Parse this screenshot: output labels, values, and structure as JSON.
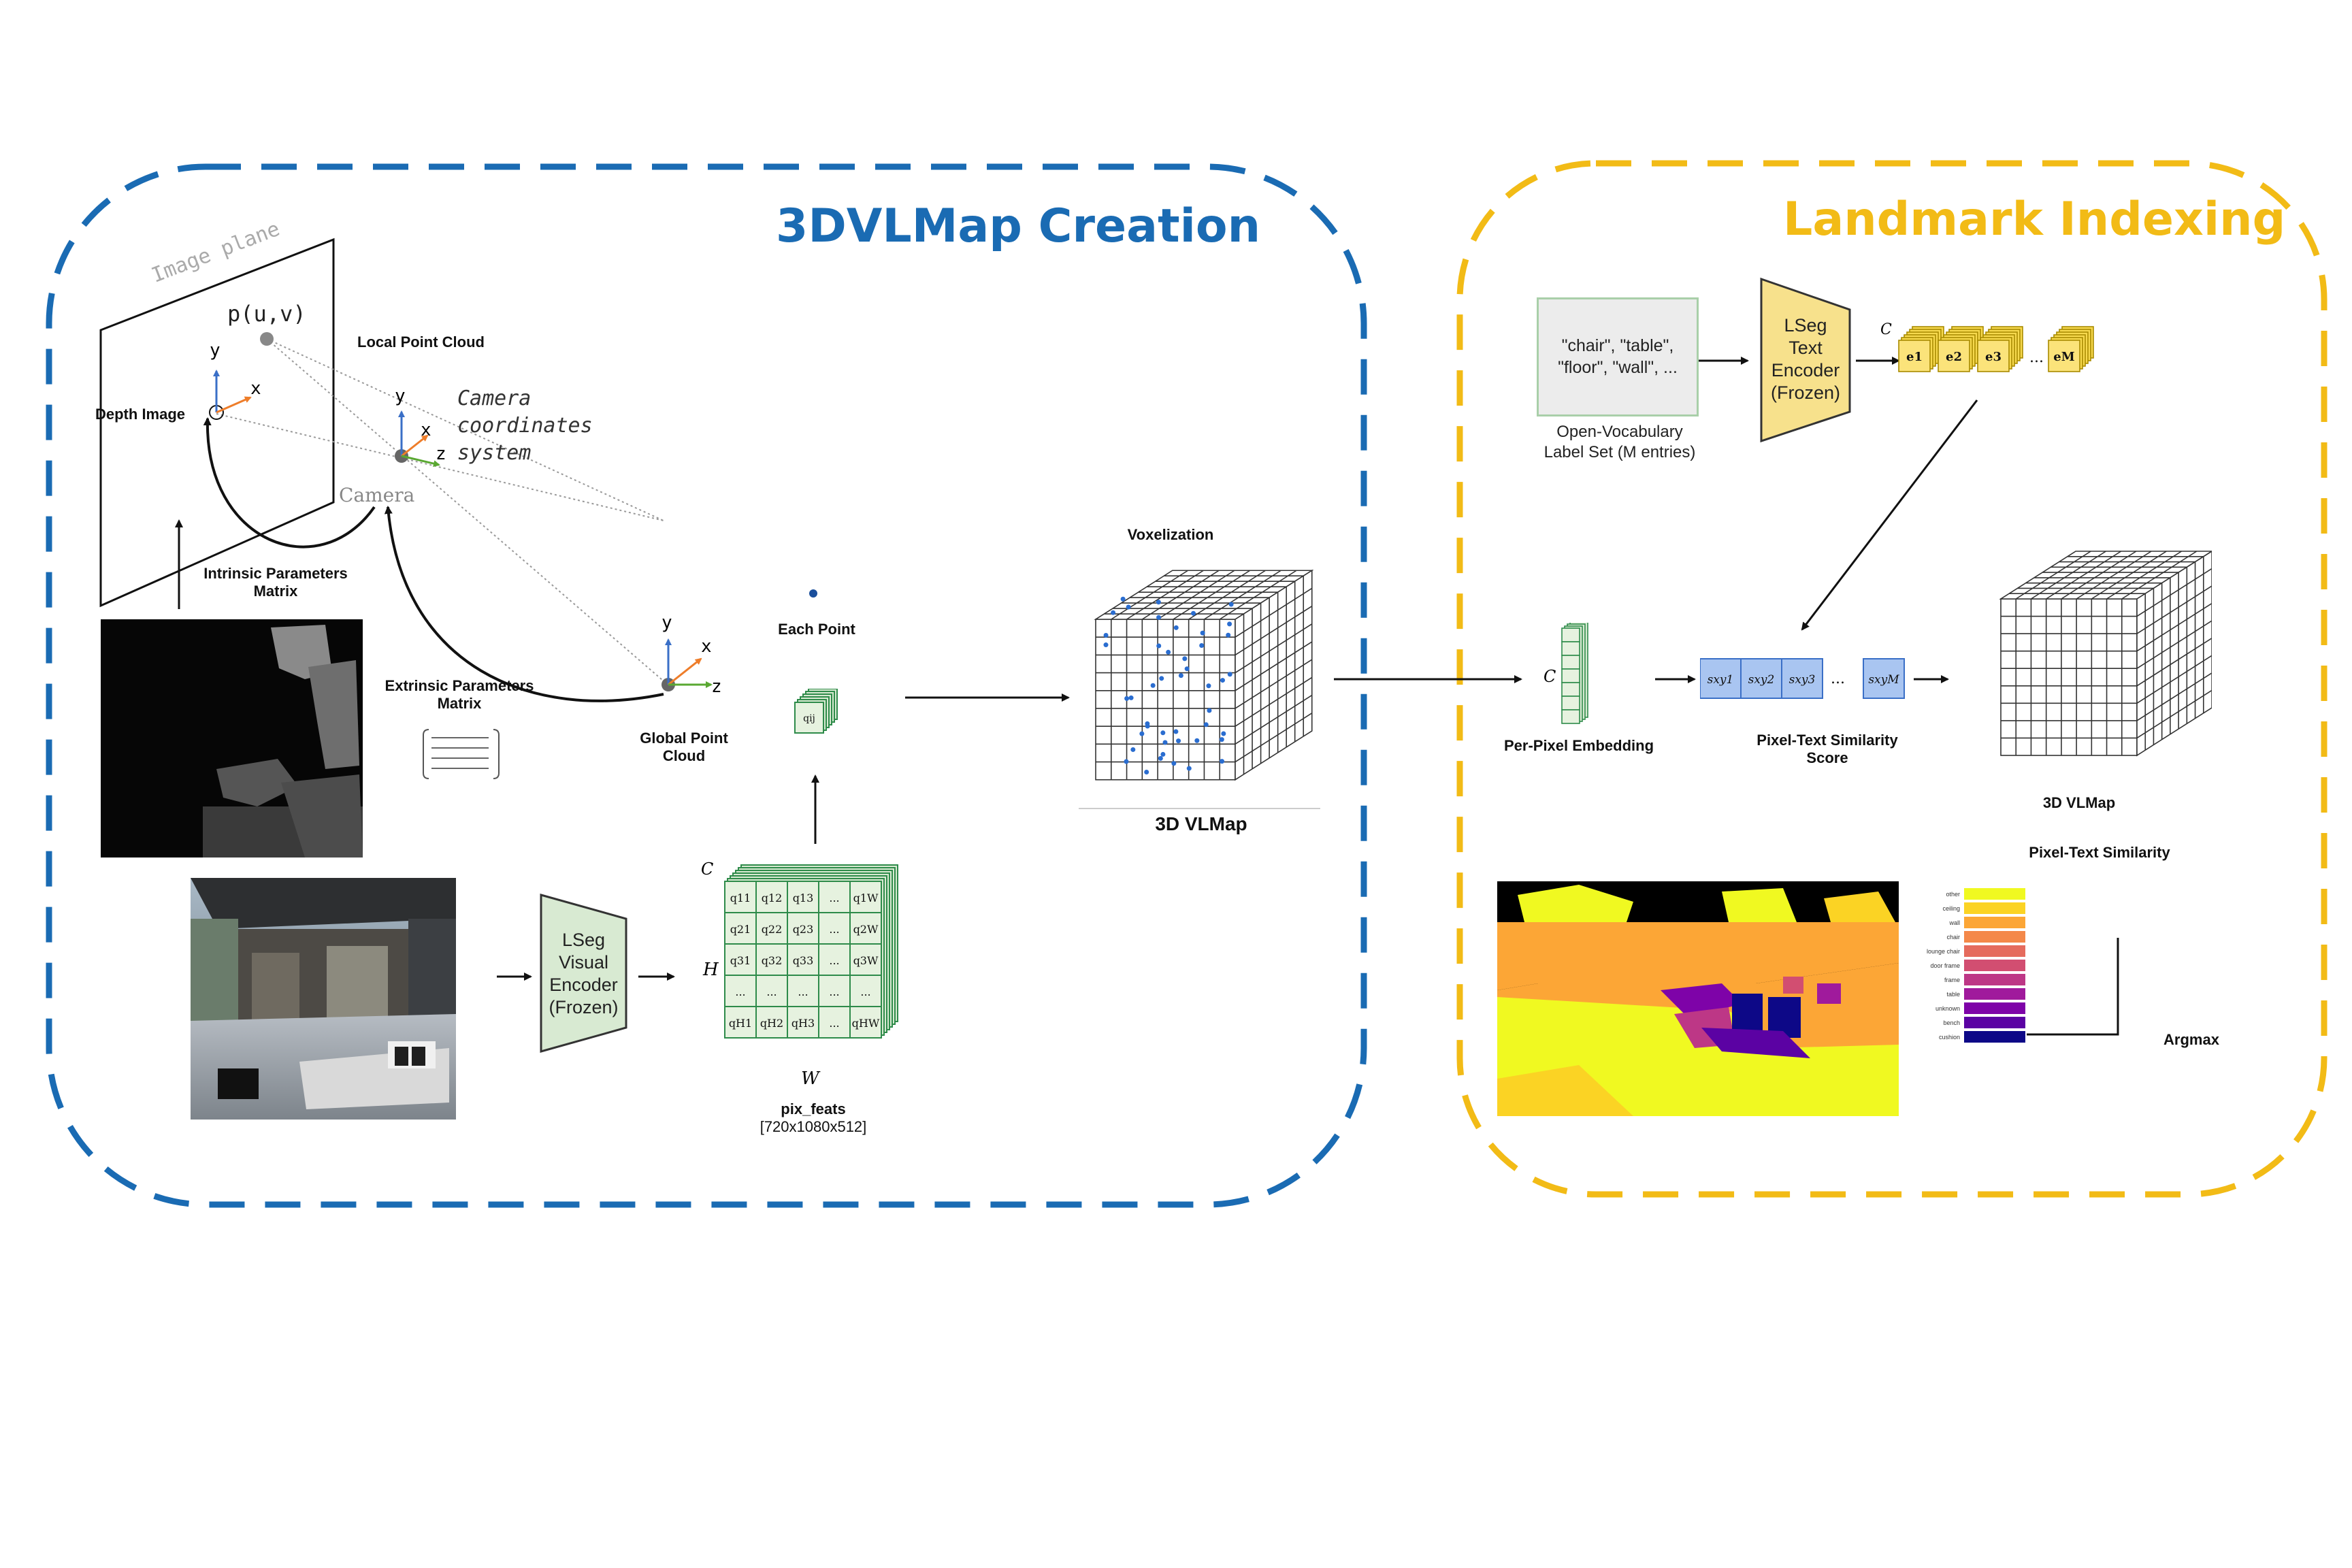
{
  "sections": {
    "creation_title": "3DVLMap Creation",
    "indexing_title": "Landmark Indexing",
    "creation_color": "#1a6bb3",
    "indexing_color": "#f2bb16"
  },
  "projection": {
    "image_plane": "Image plane",
    "pixel": "p(u,v)",
    "camera": "Camera",
    "camera_coords": [
      "Camera",
      "coordinates",
      "system"
    ],
    "axis_x": "x",
    "axis_y": "y",
    "axis_z": "z"
  },
  "labels": {
    "depth_image": "Depth Image",
    "local_point_cloud": "Local Point Cloud",
    "intrinsic": [
      "Intrinsic Parameters",
      "Matrix"
    ],
    "extrinsic": [
      "Extrinsic Parameters",
      "Matrix"
    ],
    "global_point_cloud": [
      "Global Point",
      "Cloud"
    ],
    "each_point": "Each Point",
    "voxelization": "Voxelization",
    "vlmap_3d_big": "3D VLMap",
    "pix_feats": "pix_feats",
    "pix_feats_shape": "[720x1080x512]",
    "per_pixel_embedding": "Per-Pixel Embedding",
    "pixel_text_score": [
      "Pixel-Text Similarity",
      "Score"
    ],
    "vlmap_3d_small": "3D VLMap",
    "pixel_text_similarity": "Pixel-Text Similarity",
    "argmax": "Argmax"
  },
  "visual_encoder": {
    "lines": [
      "LSeg",
      "Visual",
      "Encoder",
      "(Frozen)"
    ],
    "color": "#d8ead2"
  },
  "text_encoder": {
    "lines": [
      "LSeg",
      "Text",
      "Encoder",
      "(Frozen)"
    ],
    "color": "#f7e18c"
  },
  "vocab": {
    "lines": [
      "\"chair\", \"table\",",
      "\"floor\", \"wall\", ..."
    ],
    "caption": [
      "Open-Vocabulary",
      "Label Set (M entries)"
    ]
  },
  "feature_grid": {
    "dim_c": "C",
    "dim_h": "H",
    "dim_w": "W",
    "cells": [
      [
        "q11",
        "q12",
        "q13",
        "...",
        "q1W"
      ],
      [
        "q21",
        "q22",
        "q23",
        "...",
        "q2W"
      ],
      [
        "q31",
        "q32",
        "q33",
        "...",
        "q3W"
      ],
      [
        "...",
        "...",
        "...",
        "...",
        "..."
      ],
      [
        "qH1",
        "qH2",
        "qH3",
        "...",
        "qHW"
      ]
    ],
    "single": "qij"
  },
  "text_embeddings": {
    "dim_c": "C",
    "items": [
      "e1",
      "e2",
      "e3",
      "...",
      "eM"
    ]
  },
  "similarity_scores": [
    "sxy1",
    "sxy2",
    "sxy3",
    "...",
    "sxyM"
  ],
  "embedding_dim": "C",
  "legend": {
    "items": [
      {
        "label": "other",
        "color": "#f0f921"
      },
      {
        "label": "ceiling",
        "color": "#fbd324"
      },
      {
        "label": "wall",
        "color": "#fca636"
      },
      {
        "label": "chair",
        "color": "#f48849"
      },
      {
        "label": "lounge chair",
        "color": "#e56b5d"
      },
      {
        "label": "door frame",
        "color": "#d24e71"
      },
      {
        "label": "frame",
        "color": "#bd3786"
      },
      {
        "label": "table",
        "color": "#a01a9c"
      },
      {
        "label": "unknown",
        "color": "#7e03a8"
      },
      {
        "label": "bench",
        "color": "#5b02a3"
      },
      {
        "label": "cushion",
        "color": "#0d0887"
      }
    ]
  }
}
